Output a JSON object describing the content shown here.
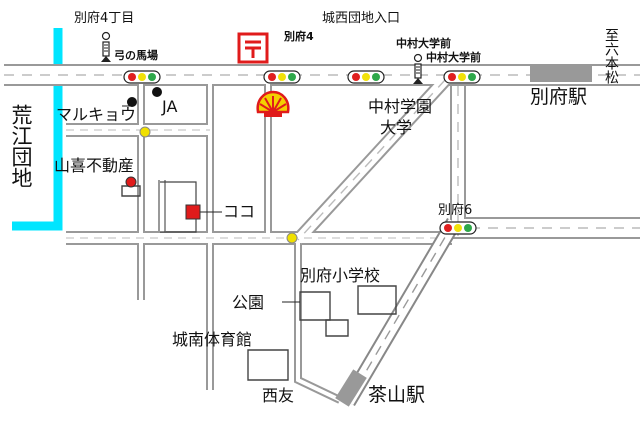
{
  "labels": {
    "beppu4chome": "別府4丁目",
    "yumino_baba": "弓の馬場",
    "beppu4": "別府4",
    "josei_danchi_iriguchi": "城西団地入口",
    "nakamura_daigaku_mae_1": "中村大学前",
    "nakamura_daigaku_mae_2": "中村大学前",
    "to_rokuhonmatsu": "至六本松",
    "arae_danchi": "荒江団地",
    "marukyo": "マルキョウ",
    "ja": "JA",
    "beppu_station": "別府駅",
    "nakamura_gakuen": "中村学園",
    "daigaku": "大学",
    "yamaki_fudosan": "山喜不動産",
    "coco": "ココ",
    "beppu6": "別府6",
    "beppu_elementary": "別府小学校",
    "park": "公園",
    "jonan_gym": "城南体育館",
    "nishitomo": "西友",
    "chayama_station": "茶山駅"
  },
  "colors": {
    "road_fill": "#ffffff",
    "road_edge": "#999999",
    "road_line": "#bbbbbb",
    "river": "#00e5ff",
    "signal_red": "#e02020",
    "signal_yellow": "#f2e20a",
    "signal_green": "#2ea84a",
    "shell": "#e01b1b",
    "coco_marker": "#e01b1b",
    "station": "#999999",
    "marker_yellow": "#f0e000"
  },
  "icons": {
    "post_office": "post-office-icon",
    "shell": "shell-gas-station-icon",
    "bus_stop": "bus-stop-icon"
  }
}
